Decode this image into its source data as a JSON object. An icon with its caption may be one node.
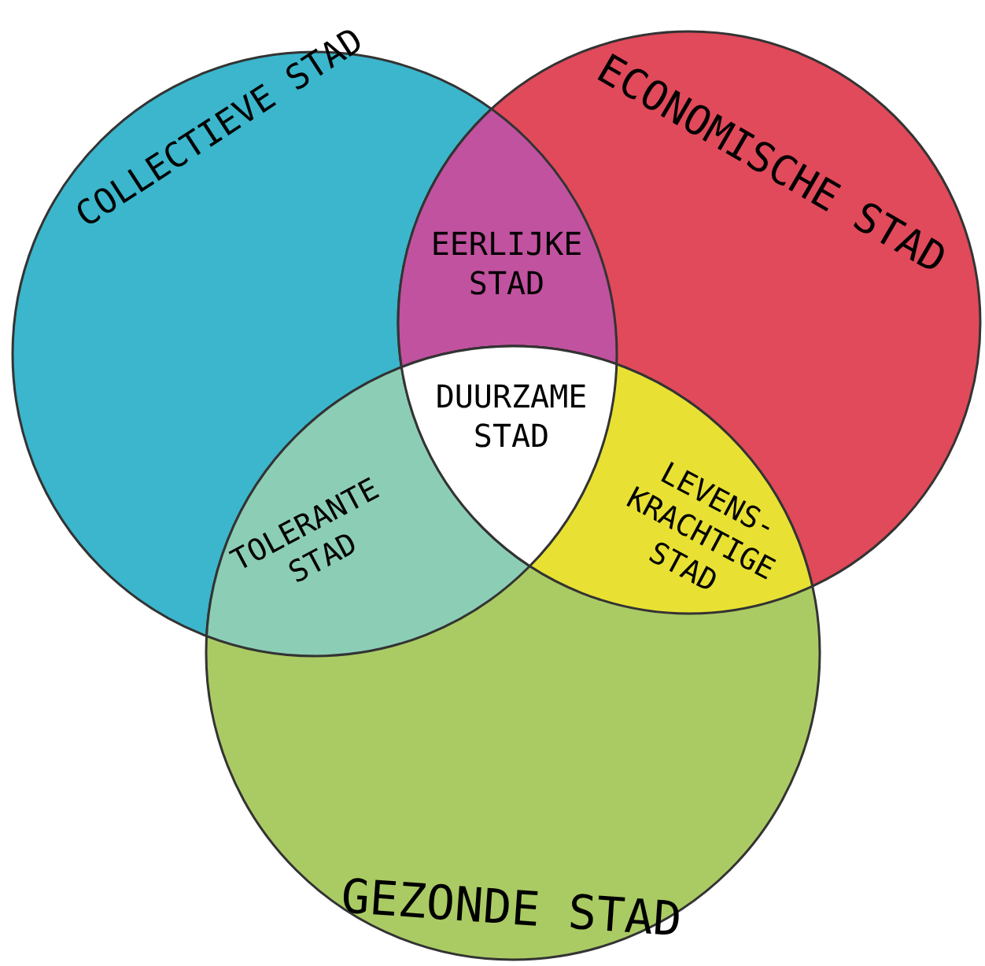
{
  "diagram": {
    "nodes": [
      {
        "text": [
          "COLLECTIEVE STAD"
        ]
      },
      {
        "text": [
          "ECONOMISCHE STAD"
        ]
      },
      {
        "text": [
          "EERLIJKE STAD"
        ]
      },
      {
        "text": [
          "DUURZAME STAD"
        ]
      },
      {
        "text": [
          "TOLERANTE STAD"
        ]
      },
      {
        "text": [
          "LEVENS- KRACHTIGE STAD"
        ]
      },
      {
        "text": [
          "GEZONDE STAD"
        ]
      }
    ],
    "edges": []
  }
}
